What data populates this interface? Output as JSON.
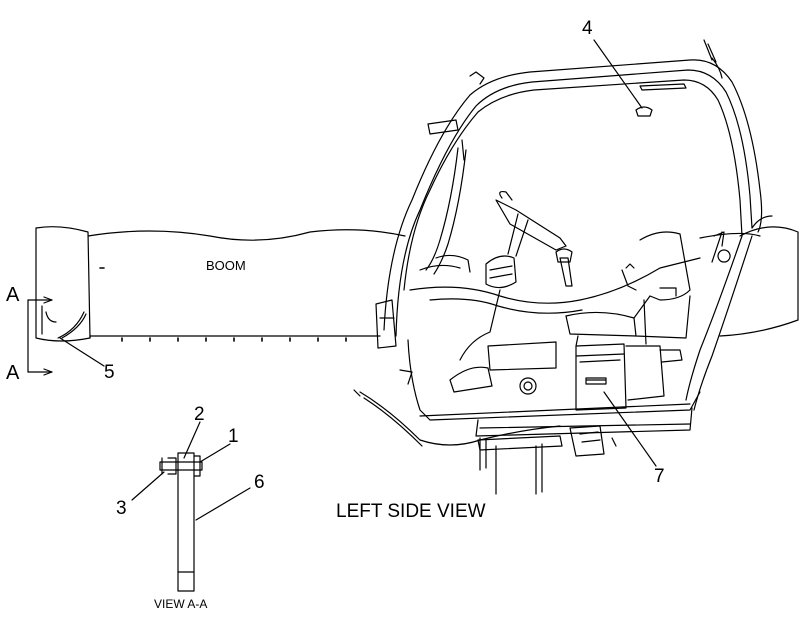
{
  "labels": {
    "boom": "BOOM",
    "left_side_view": "LEFT SIDE VIEW",
    "view_aa": "VIEW A-A",
    "section_a_top": "A",
    "section_a_bottom": "A"
  },
  "callouts": [
    "1",
    "2",
    "3",
    "4",
    "5",
    "6",
    "7"
  ],
  "colors": {
    "line": "#000000",
    "background": "#ffffff"
  }
}
